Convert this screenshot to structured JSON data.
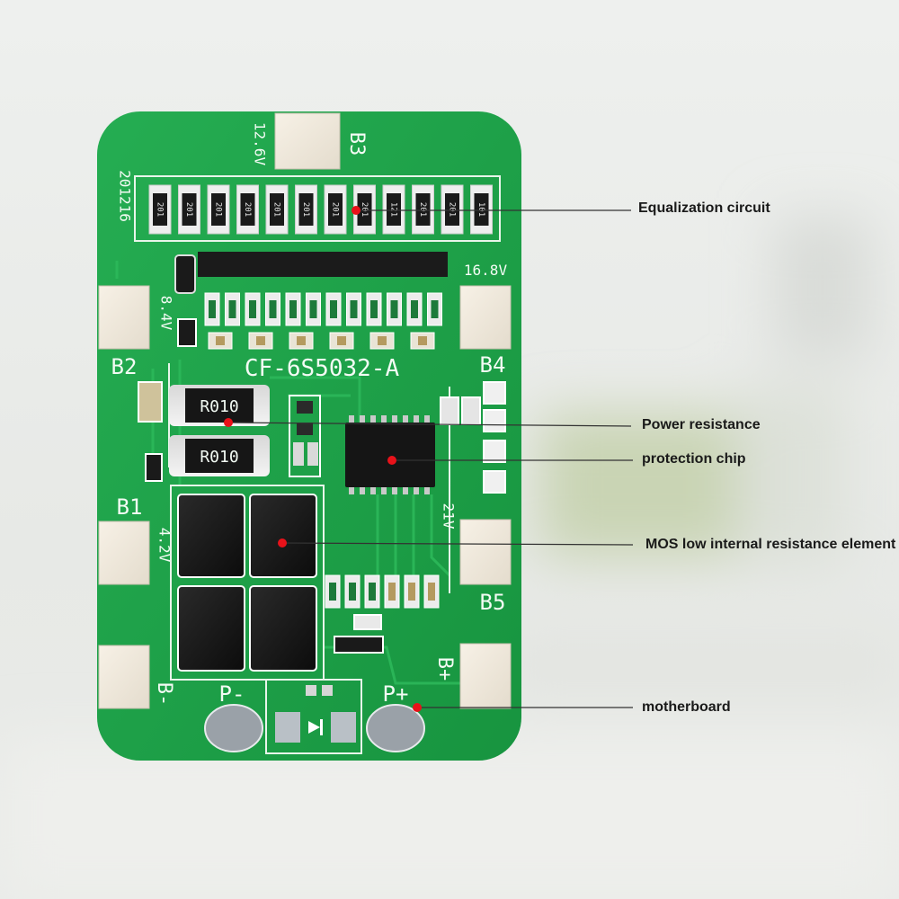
{
  "board": {
    "model": "CF-6S5032-A",
    "date_code": "201216",
    "pads": {
      "b3": "B3",
      "b2": "B2",
      "b4": "B4",
      "b1": "B1",
      "b5": "B5",
      "b_plus": "B+",
      "b_minus": "B-",
      "p_minus": "P-",
      "p_plus": "P+"
    },
    "voltages": {
      "v126": "12.6V",
      "v84": "8.4V",
      "v168": "16.8V",
      "v42": "4.2V",
      "v21": "21V"
    },
    "resistor_code": "R010",
    "resistor_array": [
      "201",
      "201",
      "201",
      "201",
      "201",
      "201",
      "201",
      "201",
      "121",
      "201",
      "201",
      "101"
    ]
  },
  "callouts": [
    {
      "label": "Equalization circuit"
    },
    {
      "label": "Power resistance"
    },
    {
      "label": "protection chip"
    },
    {
      "label": "MOS low internal resistance element"
    },
    {
      "label": "motherboard"
    }
  ],
  "colors": {
    "pcb_green": "#1ea24a",
    "pcb_dark": "#138a3a",
    "silk": "#ffffff",
    "pad": "#f1e9dc",
    "marker": "#e8121a"
  }
}
